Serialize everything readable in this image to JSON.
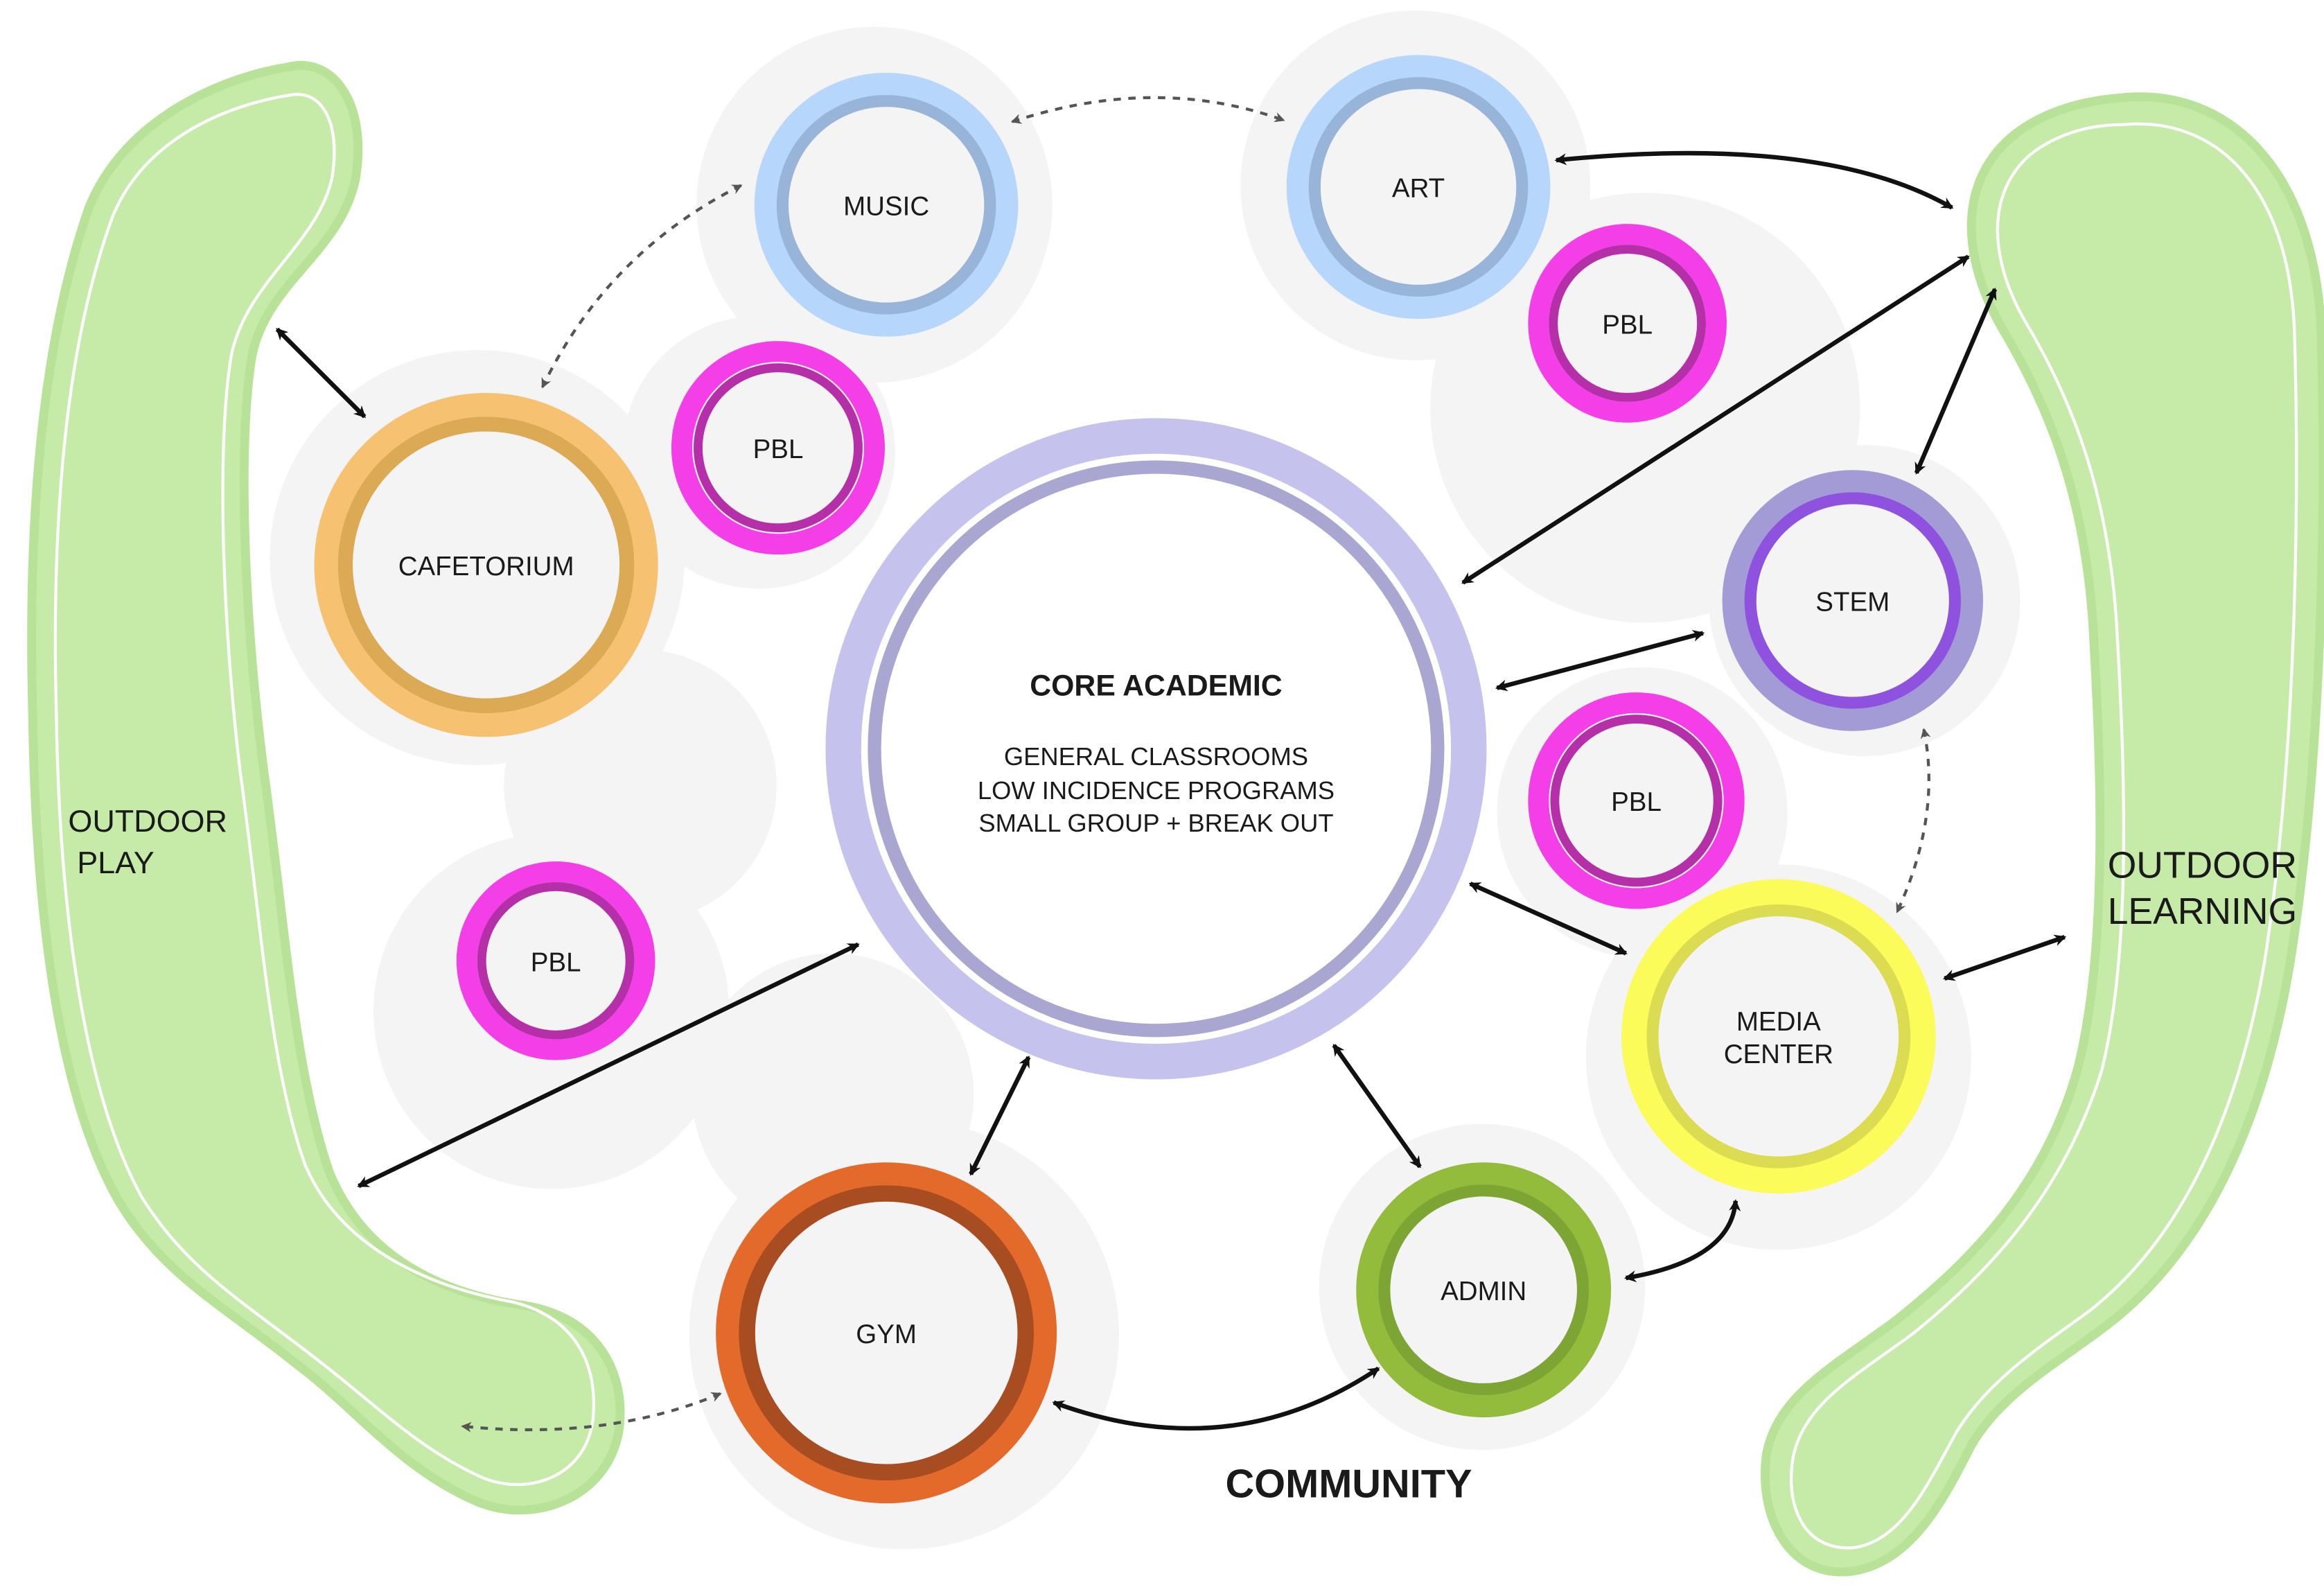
{
  "diagram": {
    "core": {
      "title": "CORE ACADEMIC",
      "lines": [
        "GENERAL CLASSROOMS",
        "LOW INCIDENCE PROGRAMS",
        "SMALL GROUP + BREAK OUT"
      ]
    },
    "spaces": {
      "music": "MUSIC",
      "art": "ART",
      "pbl": "PBL",
      "cafetorium": "CAFETORIUM",
      "stem": "STEM",
      "media_center": [
        "MEDIA",
        "CENTER"
      ],
      "gym": "GYM",
      "admin": "ADMIN"
    },
    "outdoor": {
      "play": [
        "OUTDOOR",
        "PLAY"
      ],
      "learning": [
        "OUTDOOR",
        "LEARNING"
      ]
    },
    "community": "COMMUNITY"
  },
  "colors": {
    "core": "#c5c3ee",
    "music": "#b7d6fb",
    "art": "#b7d6fb",
    "pbl": "#f43ee8",
    "cafetorium": "#f6c272",
    "stem": "#a39bd5",
    "media_center": "#fbfb5a",
    "gym": "#e46a2c",
    "admin": "#93bb3c",
    "outdoor": "#c6eaa8",
    "halo": "#f4f4f4",
    "arrow": "#111111",
    "dashed_arrow": "#555555"
  }
}
